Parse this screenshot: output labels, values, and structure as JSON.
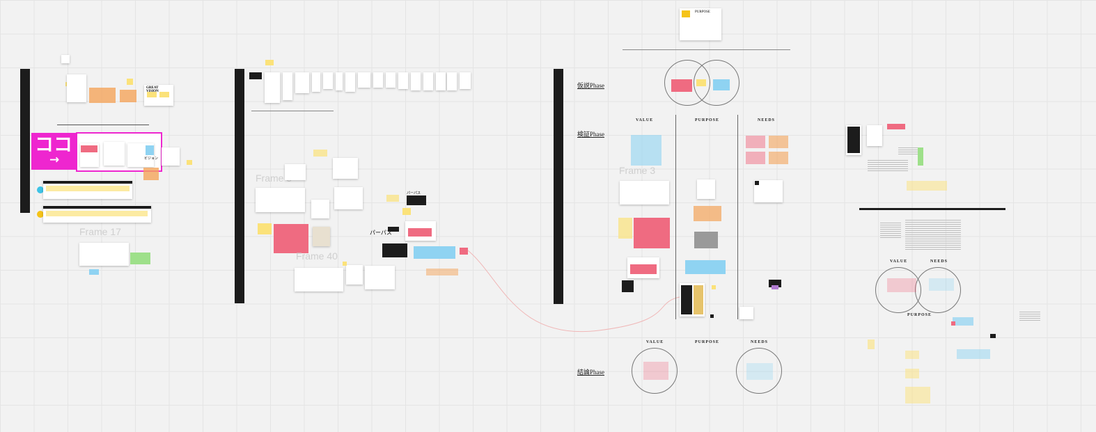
{
  "board": {
    "frames": {
      "frame17": "Frame 17",
      "frame_left_mid": "Frame 5",
      "frame40": "Frame 40",
      "frame_right": "Frame 3"
    },
    "highlight": {
      "label": "ココ",
      "arrow": "→"
    },
    "great_vision": "GREAT VISION",
    "purpose_card_title": "PURPOSE",
    "phases": {
      "hypothesis": "仮説Phase",
      "verification": "検証Phase",
      "conclusion": "結論Phase"
    },
    "columns": {
      "value": "VALUE",
      "purpose": "PURPOSE",
      "needs": "NEEDS"
    },
    "purpose_label": "パーパス",
    "purpose_label_small": "パーパス",
    "vision_label": "ビジョン",
    "right_venn": {
      "value": "VALUE",
      "needs": "NEEDS",
      "purpose": "PURPOSE"
    }
  },
  "colors": {
    "highlight": "#ee26cf",
    "sticky_pink": "#ef6b81",
    "sticky_yellow": "#fbe27a",
    "sticky_blue": "#8fd3f2",
    "sidebar": "#1c1c1c"
  }
}
